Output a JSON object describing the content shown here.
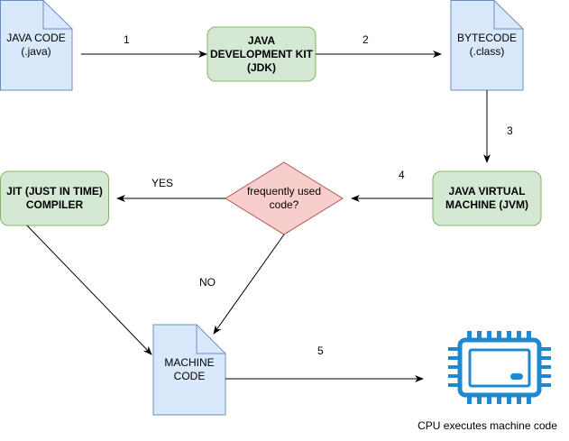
{
  "nodes": {
    "java_code": "JAVA CODE\n(.java)",
    "jdk": "JAVA\nDEVELOPMENT KIT\n(JDK)",
    "bytecode": "BYTECODE\n(.class)",
    "jvm": "JAVA VIRTUAL\nMACHINE (JVM)",
    "decision": "frequently used\ncode?",
    "jit": "JIT (JUST IN TIME)\nCOMPILER",
    "machine_code": "MACHINE\nCODE",
    "cpu_caption": "CPU executes machine code"
  },
  "edges": {
    "e1": "1",
    "e2": "2",
    "e3": "3",
    "e4": "4",
    "e5": "5",
    "yes": "YES",
    "no": "NO"
  },
  "colors": {
    "doc_fill": "#dae8fc",
    "doc_stroke": "#6c8ebf",
    "green_fill": "#d5e8d4",
    "green_stroke": "#82b366",
    "red_fill": "#f8cecc",
    "red_stroke": "#b85450",
    "cpu_blue": "#1e88d0"
  },
  "icons": {
    "cpu": "cpu-chip-icon"
  }
}
